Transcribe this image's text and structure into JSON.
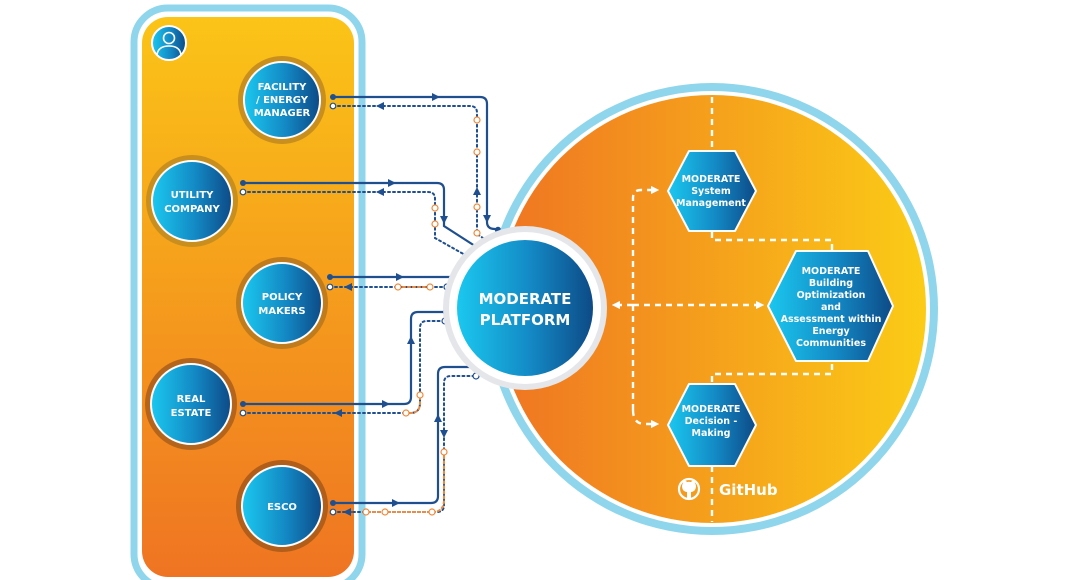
{
  "diagram": {
    "actors_panel": {
      "icon": "user-icon",
      "actors": [
        {
          "id": "facility",
          "lines": [
            "FACILITY",
            "/ ENERGY",
            "MANAGER"
          ]
        },
        {
          "id": "utility",
          "lines": [
            "UTILITY",
            "COMPANY"
          ]
        },
        {
          "id": "policy",
          "lines": [
            "POLICY",
            "MAKERS"
          ]
        },
        {
          "id": "realestate",
          "lines": [
            "REAL",
            "ESTATE"
          ]
        },
        {
          "id": "esco",
          "lines": [
            "ESCO"
          ]
        }
      ]
    },
    "platform": {
      "lines": [
        "MODERATE",
        "PLATFORM"
      ]
    },
    "modules": [
      {
        "id": "system-management",
        "lines": [
          "MODERATE",
          "System",
          "Management"
        ]
      },
      {
        "id": "building-optimization",
        "lines": [
          "MODERATE",
          "Building",
          "Optimization",
          "and",
          "Assessment within",
          "Energy",
          "Communities"
        ]
      },
      {
        "id": "decision-making",
        "lines": [
          "MODERATE",
          "Decision -",
          "Making"
        ]
      }
    ],
    "repository": {
      "icon": "github-icon",
      "label": "GitHub"
    },
    "colors": {
      "orange_dark": "#ef7422",
      "orange_light": "#fbc417",
      "blue_light": "#1bc4ec",
      "blue_dark": "#0e4e8c",
      "frame_blue": "#8fd6ec",
      "connector_dark": "#1f4f8f",
      "connector_orange": "#f08a3c"
    }
  }
}
